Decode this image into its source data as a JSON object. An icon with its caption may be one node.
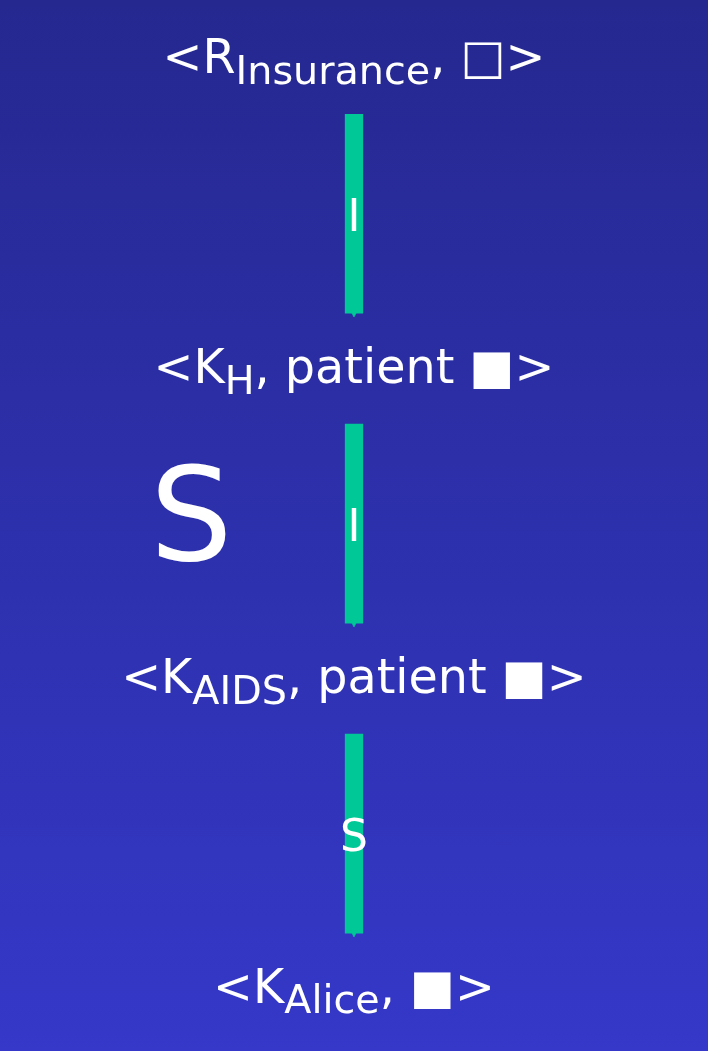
{
  "diagram": {
    "nodes": [
      {
        "text": [
          "<R$_{Insurance}$, □>"
        ]
      },
      {
        "text": [
          "<K$_{H}$, patient ■>"
        ]
      },
      {
        "text": [
          "<K$_{AIDS}$, patient ■>"
        ]
      },
      {
        "text": [
          "<K$_{Alice}$, ■>"
        ]
      }
    ],
    "edges": [
      {
        "from": 0,
        "to": 1,
        "arrow": "to",
        "label": "I"
      },
      {
        "from": 1,
        "to": 2,
        "arrow": "to",
        "label": "I"
      },
      {
        "from": 2,
        "to": 3,
        "arrow": "to",
        "label": "S"
      }
    ],
    "labels": [
      "S"
    ]
  }
}
